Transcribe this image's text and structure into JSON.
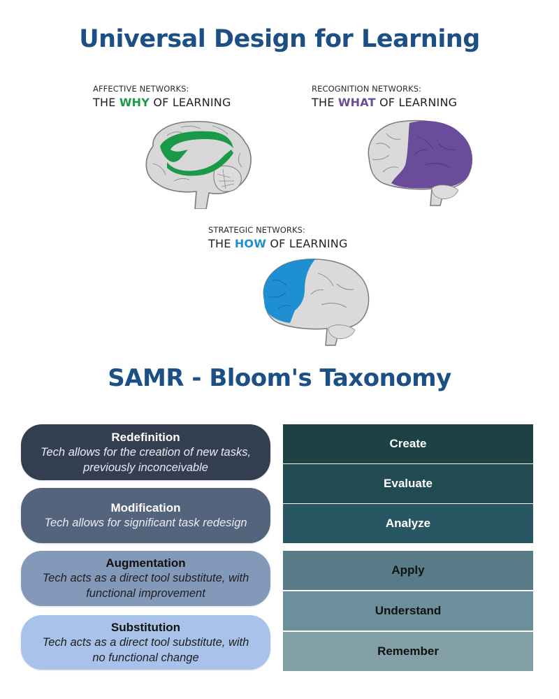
{
  "sections": {
    "udl_title": "Universal Design for Learning",
    "samr_title": "SAMR - Bloom's Taxonomy"
  },
  "networks": [
    {
      "kicker": "AFFECTIVE NETWORKS:",
      "prefix": "THE ",
      "highlight": "WHY",
      "suffix": " OF LEARNING",
      "highlight_color": "#1a9a48",
      "brain_region": "limbic",
      "icon": "brain-limbic-icon"
    },
    {
      "kicker": "RECOGNITION NETWORKS:",
      "prefix": "THE ",
      "highlight": "WHAT",
      "suffix": " OF LEARNING",
      "highlight_color": "#6b4c9a",
      "brain_region": "posterior-cortex",
      "icon": "brain-posterior-icon"
    },
    {
      "kicker": "STRATEGIC NETWORKS:",
      "prefix": "THE ",
      "highlight": "HOW",
      "suffix": " OF LEARNING",
      "highlight_color": "#1e8fd0",
      "brain_region": "frontal-lobe",
      "icon": "brain-frontal-icon"
    }
  ],
  "samr": [
    {
      "name": "Redefinition",
      "description": "Tech allows for the creation of new tasks, previously inconceivable",
      "color": "#333f50",
      "text": "light-on-dark"
    },
    {
      "name": "Modification",
      "description": "Tech allows for significant task redesign",
      "color": "#55647d",
      "text": "light-on-dark"
    },
    {
      "name": "Augmentation",
      "description": "Tech acts as a direct tool substitute, with functional improvement",
      "color": "#8299ba",
      "text": "dark-on-light"
    },
    {
      "name": "Substitution",
      "description": "Tech acts as a direct tool substitute, with no functional change",
      "color": "#a8c2ea",
      "text": "dark-on-light"
    }
  ],
  "bloom": [
    {
      "label": "Create",
      "color": "#1e4144"
    },
    {
      "label": "Evaluate",
      "color": "#214a52"
    },
    {
      "label": "Analyze",
      "color": "#285662"
    },
    {
      "label": "Apply",
      "color": "#587b87"
    },
    {
      "label": "Understand",
      "color": "#6b8f9b"
    },
    {
      "label": "Remember",
      "color": "#83a0a8"
    }
  ]
}
